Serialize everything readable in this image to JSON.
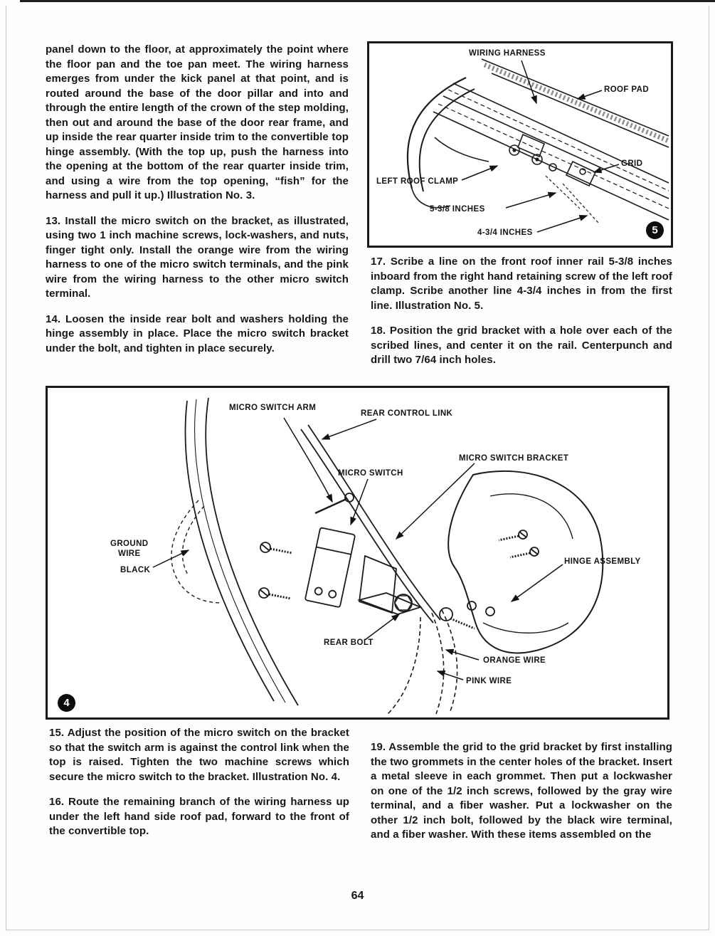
{
  "page": {
    "number": "64"
  },
  "columns": {
    "top_left": {
      "intro": "panel down to the floor, at approximately the point where the floor pan and the toe pan meet. The wiring harness emerges from under the kick panel at that point, and is routed around the base of the door pillar and into and through the entire length of the crown of the step molding, then out and around the base of the door rear frame, and up inside the rear quarter inside trim to the convertible top hinge assembly. (With the top up, push the harness into the opening at the bottom of the rear quarter inside trim, and using a wire from the top opening, “fish” for the harness and pull it up.) Illustration No. 3.",
      "step_13": "13. Install the micro switch on the bracket, as illustrated, using two 1 inch machine screws, lock-washers, and nuts, finger tight only. Install the orange wire from the wiring harness to one of the micro switch terminals, and the pink wire from the wiring harness to the other micro switch terminal.",
      "step_14": "14. Loosen the inside rear bolt and washers holding the hinge assembly in place. Place the micro switch bracket under the bolt, and tighten in place securely."
    },
    "top_right": {
      "step_17": "17. Scribe a line on the front roof inner rail 5-3/8 inches inboard from the right hand retaining screw of the left roof clamp. Scribe another line 4-3/4 inches in from the first line. Illustration No. 5.",
      "step_18": "18. Position the grid bracket with a hole over each of the scribed lines, and center it on the rail. Centerpunch and drill two 7/64 inch holes."
    },
    "bottom_left": {
      "step_15": "15. Adjust the position of the micro switch on the bracket so that the switch arm is against the control link when the top is raised. Tighten the two machine screws which secure the micro switch to the bracket. Illustration No. 4.",
      "step_16": "16. Route the remaining branch of the wiring harness up under the left hand side roof pad, forward to the front of the convertible top."
    },
    "bottom_right": {
      "step_19": "19. Assemble the grid to the grid bracket by first installing the two grommets in the center holes of the bracket. Insert a metal sleeve in each grommet. Then put a lockwasher on one of the 1/2 inch screws, followed by the gray wire terminal, and a fiber washer. Put a lockwasher on the other 1/2 inch bolt, followed by the black wire terminal, and a fiber washer. With these items assembled on the"
    }
  },
  "figure_5": {
    "number": "5",
    "labels": {
      "wiring_harness": "WIRING HARNESS",
      "roof_pad": "ROOF PAD",
      "grid": "GRID",
      "left_roof_clamp": "LEFT ROOF CLAMP",
      "dim_a": "5-3/8 INCHES",
      "dim_b": "4-3/4 INCHES"
    }
  },
  "figure_4": {
    "number": "4",
    "labels": {
      "micro_switch_arm": "MICRO SWITCH ARM",
      "rear_control_link": "REAR CONTROL LINK",
      "micro_switch_bracket": "MICRO SWITCH BRACKET",
      "micro_switch": "MICRO SWITCH",
      "ground_wire": "GROUND\nWIRE",
      "black": "BLACK",
      "hinge_assembly": "HINGE ASSEMBLY",
      "rear_bolt": "REAR BOLT",
      "orange_wire": "ORANGE WIRE",
      "pink_wire": "PINK WIRE"
    }
  }
}
